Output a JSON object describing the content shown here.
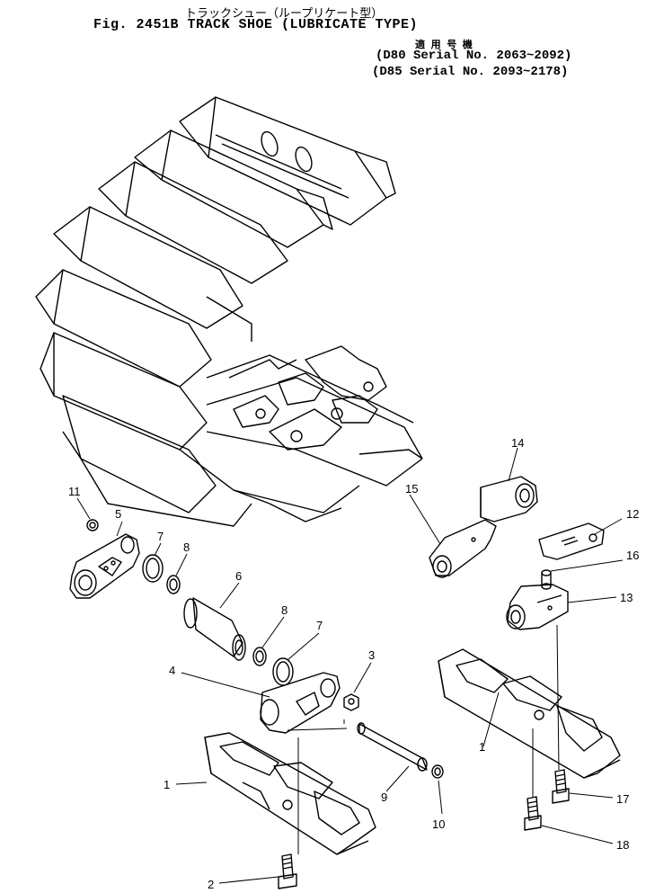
{
  "header": {
    "title_jp": "トラックシュー（ループリケート型）",
    "title": "Fig.  2451B TRACK SHOE (LUBRICATE TYPE)",
    "applicability_jp": "適 用 号 機",
    "serial_d80": "(D80 Serial No. 2063~2092)",
    "serial_d85": "(D85 Serial No. 2093~2178)"
  },
  "callouts": {
    "c1a": "1",
    "c1b": "1",
    "c2": "2",
    "c3": "3",
    "c4": "4",
    "c5": "5",
    "c6": "6",
    "c7a": "7",
    "c7b": "7",
    "c8a": "8",
    "c8b": "8",
    "c9": "9",
    "c10": "10",
    "c11": "11",
    "c12": "12",
    "c13": "13",
    "c14": "14",
    "c15": "15",
    "c16": "16",
    "c17": "17",
    "c18": "18"
  }
}
